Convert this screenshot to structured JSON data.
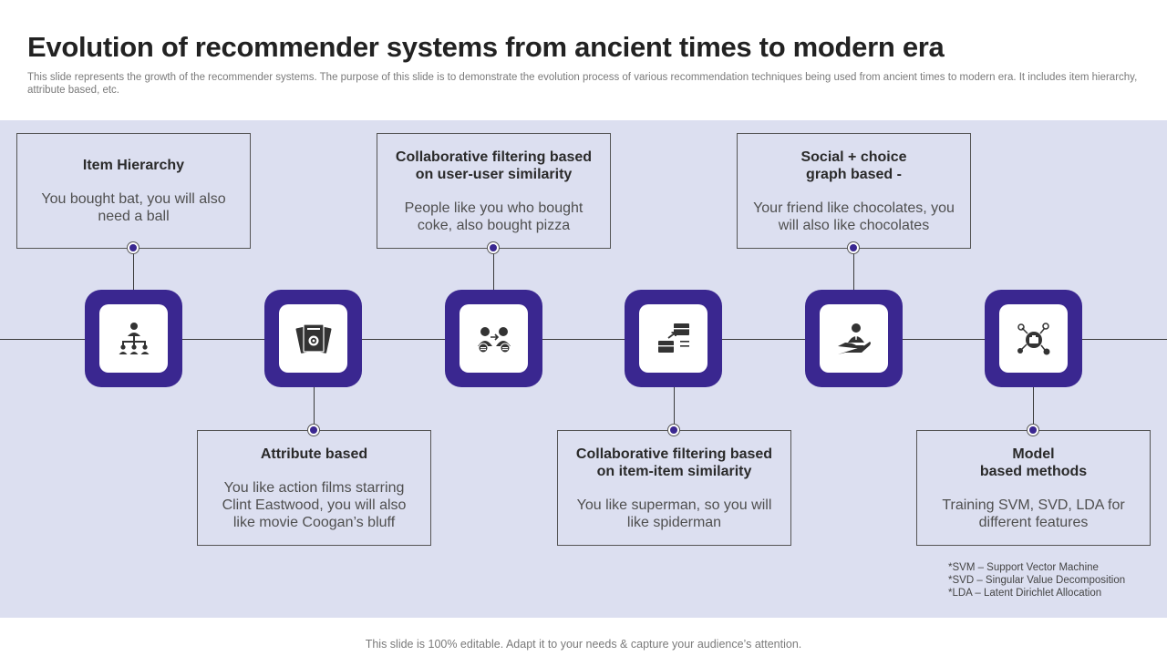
{
  "title": "Evolution of recommender systems from ancient times to modern era",
  "subtitle": "This slide represents the growth of the recommender systems. The purpose of this slide is to demonstrate the evolution process of various recommendation techniques being used from ancient times to modern era. It includes item hierarchy, attribute based, etc.",
  "stages": [
    {
      "title": "Item Hierarchy",
      "desc": "You bought bat, you will also\nneed a ball",
      "icon": "hierarchy-icon"
    },
    {
      "title": "Attribute based",
      "desc": "You like action films starring\nClint Eastwood, you will also\nlike movie Coogan’s bluff",
      "icon": "document-settings-icon"
    },
    {
      "title": "Collaborative filtering based\non user-user similarity",
      "desc": "People like you who bought\ncoke, also bought pizza",
      "icon": "user-exchange-icon"
    },
    {
      "title": "Collaborative filtering based\non item-item  similarity",
      "desc": "You like superman,  so you will\nlike spiderman",
      "icon": "box-transfer-icon"
    },
    {
      "title": "Social + choice\ngraph based -",
      "desc": "Your friend like chocolates,  you\nwill also like chocolates",
      "icon": "hand-user-icon"
    },
    {
      "title": "Model\nbased methods",
      "desc": "Training SVM, SVD, LDA for\ndifferent features",
      "icon": "network-briefcase-icon"
    }
  ],
  "notes": [
    "*SVM  – Support Vector Machine",
    "*SVD – Singular Value Decomposition",
    "*LDA – Latent Dirichlet Allocation"
  ],
  "footer": "This slide is 100% editable. Adapt it to your needs & capture your audience’s attention.",
  "colors": {
    "accent": "#3a2790",
    "band": "#dcdff0"
  }
}
